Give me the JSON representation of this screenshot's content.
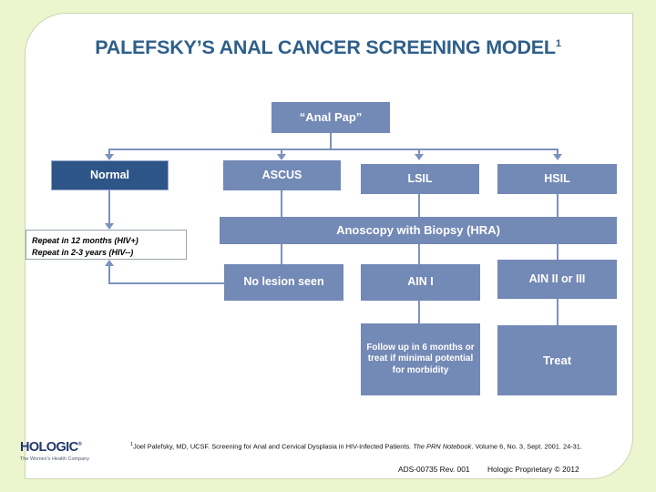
{
  "slide": {
    "title_main": "PALEFSKY’S ANAL CANCER SCREENING MODEL",
    "title_superscript": "1",
    "background_color": "#EDF5CE",
    "panel_color": "#FFFFFF",
    "title_color": "#2E5F8A",
    "node_color": "#7389B6",
    "node_dark_color": "#2E5588",
    "connector_color": "#7D92BC"
  },
  "flowchart": {
    "nodes": [
      {
        "id": "anal-pap",
        "label": "“Anal Pap”"
      },
      {
        "id": "normal",
        "label": "Normal"
      },
      {
        "id": "ascus",
        "label": "ASCUS"
      },
      {
        "id": "lsil",
        "label": "LSIL"
      },
      {
        "id": "hsil",
        "label": "HSIL"
      },
      {
        "id": "repeat",
        "label_line1": "Repeat in 12 months (HIV+)",
        "label_line2": "Repeat in 2-3 years (HIV--)"
      },
      {
        "id": "anoscopy",
        "label": "Anoscopy with Biopsy (HRA)"
      },
      {
        "id": "no-lesion",
        "label": "No lesion seen"
      },
      {
        "id": "ain-1",
        "label": "AIN I"
      },
      {
        "id": "ain-2-or-3",
        "label": "AIN II or III"
      },
      {
        "id": "follow-up",
        "label": "Follow up in 6 months or treat if minimal potential for morbidity"
      },
      {
        "id": "treat",
        "label": "Treat"
      }
    ]
  },
  "footer": {
    "logo_wordmark": "HOLOGIC",
    "logo_registered": "®",
    "logo_tagline": "The Women's Health Company",
    "citation_superscript": "1",
    "citation_text_a": "Joel Palefsky, MD, UCSF.  Screening for Anal and Cervical Dysplasia in HIV-Infected Patients. ",
    "citation_italic": "The PRN Notebook",
    "citation_text_b": ".  Volume 6, No. 3, Sept. 2001.  24-31.",
    "doc_number": "ADS-00735 Rev. 001",
    "proprietary": "Hologic Proprietary © 2012"
  }
}
